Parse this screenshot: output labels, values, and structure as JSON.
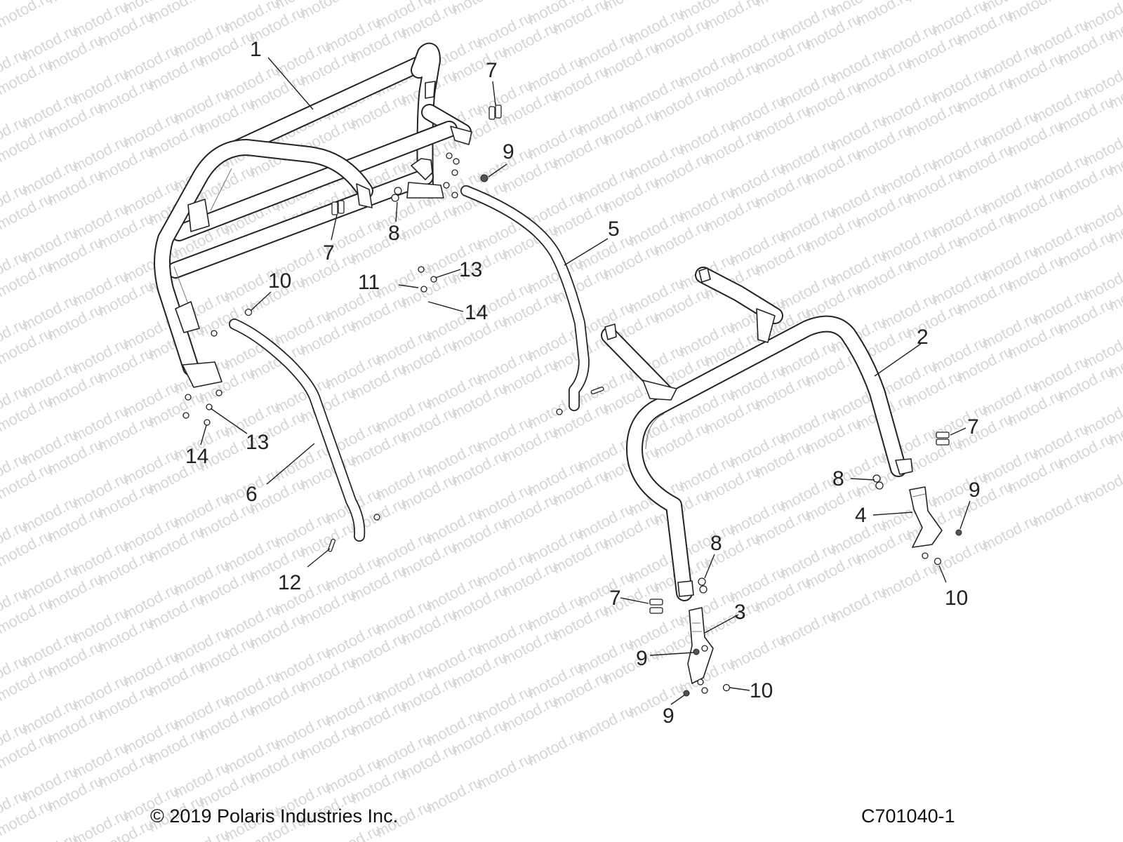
{
  "watermark": {
    "text": "motod.ru"
  },
  "callouts": {
    "c1": "1",
    "c2": "2",
    "c3": "3",
    "c4": "4",
    "c5": "5",
    "c6": "6",
    "c7a": "7",
    "c7b": "7",
    "c7c": "7",
    "c7d": "7",
    "c8a": "8",
    "c8b": "8",
    "c8c": "8",
    "c9a": "9",
    "c9b": "9",
    "c9c": "9",
    "c9d": "9",
    "c10a": "10",
    "c10b": "10",
    "c10c": "10",
    "c11": "11",
    "c12": "12",
    "c13a": "13",
    "c13b": "13",
    "c14a": "14",
    "c14b": "14"
  },
  "footer": {
    "copyright": "© 2019 Polaris Industries Inc.",
    "drawing_code": "C701040-1"
  }
}
